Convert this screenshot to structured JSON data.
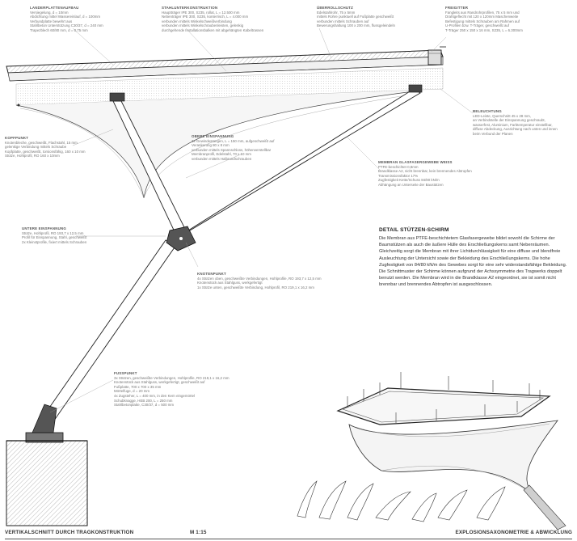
{
  "annotations": {
    "landerplatten": {
      "title": "Landerplattenaufbau",
      "lines": [
        "Versiegelung, d = 10mm",
        "Abdichtung mittel Wassereinlauf, d = 100mm",
        "Verbundplatte bewehrt aus",
        "Stahlbeton Unterstützung C30/37, d = 240 mm",
        "Trapezblech 60/80 mm, d = 0,75 mm"
      ]
    },
    "stahlunterkonstruktion": {
      "title": "Stahlunterkonstruktion",
      "lines": [
        "Hauptträger IPE 300, S235, rollat, L = 12.500 mm",
        "Nebenträger IPE 300, S235, konterrisch, L = 4.000 mm",
        "verbunden mittels Winkelschweißverbindung",
        "verbunden mittels Winkelschraubenleisten, gelenkig",
        "durchgehende Installationsbalken mit abgehängten Kabeltrassen"
      ]
    },
    "oberlichtschutz": {
      "title": "Überrollschutz",
      "lines": [
        "Edelstahlrohr, 75 x 5mm",
        "mittels Rohre punktuell auf Fußplatte geschweißt",
        "verbunden mittels Schrauben auf",
        "Bewerungshaltung 100 x 200 mm, flussgeleindeln"
      ]
    },
    "fassgitter": {
      "title": "Freigitter",
      "lines": [
        "Fangleits aus Randrohrprofilen, 75 x 5 mm und",
        "Drahtgeflecht mit 120 x 120mm Maschenweite",
        "Befestigung mittels Schrauben am Rahmen auf",
        "U-Profilen bzw. T-Träger, geschweißt auf",
        "T-Träger 250 x 150 x 16 mm, S235, L = 6.300mm"
      ]
    },
    "kopfpunkt": {
      "title": "Kopfpunkt",
      "lines": [
        "Knotenbleche, geschweißt, Flachstahl, 15 mm",
        "gelenkige Verbindung mittels Schraube",
        "Kopfplatte, geschweißt, torsionsfähig, 160 x 10 mm",
        "Stütze, Hohlprofil, RO 160 x 10mm"
      ]
    },
    "obere_einspannung": {
      "title": "Obere Einspannung",
      "lines": [
        "3x Gewindestangen, L = 150 mm, aufgeschweißt auf",
        "Verankerung 80 x 8 mm",
        "verbunden mittels Spannschloss, höhenverstellbar",
        "Membranprofil, Edelstahl, 70 x 10 mm",
        "verbunden mittels Halbrundschrauben"
      ]
    },
    "membran": {
      "title": "Membran Glasfasergewebe Weiß",
      "lines": [
        "PTFE-beschichtet 0,8mm",
        "Brandklasse A2, nicht brennbar, kein brennendes Abtropfen",
        "Transmissionsfaktor 17%",
        "Zugfestigkeit Kette/Schuss 84/80 kN/m",
        "Abhängung an Unterseite der Baustützen"
      ]
    },
    "beleuchtung": {
      "title": "Beleuchtung",
      "lines": [
        "LED-Leiste, Querschnitt 45 x 28 mm,",
        "an Verbindstelle der Einspannung geschraubt,",
        "wasserfest, Aluminium, Farbtemperatur einstellbar,",
        "diffuse Abdeckung, Ausrichtung nach unten und innen",
        "beim Verbund der Planen"
      ]
    },
    "untere_einspannung": {
      "title": "Untere Einspannung",
      "lines": [
        "Stütze, Hohlprofil, RO 193,7 x 12,5 mm",
        "Profil für Einspannung, Stahl, geschweißt",
        "2x Kleinstprofile, fixiert mittels Schrauben"
      ]
    },
    "knotenpunkt": {
      "title": "Knotenpunkt",
      "lines": [
        "4x Stützen oben, geschweißte Verbindungen, Hohlprofile, RO 193,7 x 12,5 mm",
        "Knotenstück aus Stahlguss, werkgefertigt",
        "1x Stütze unten, geschweißte Verbindung, Hohlprofil, RO 219,1 x 16,2 mm"
      ]
    },
    "fusspunkt": {
      "title": "Fußpunkt",
      "lines": [
        "3x Stützen, geschweißte Verbindungen, Hohlprofile, RO 219,1 x 16,2 mm",
        "Knotenstück aus Stahlguss, werkgefertigt, geschweißt auf",
        "Fußplatte, 700 x 700 x 35 mm",
        "Mörtelfuge, d = 20 mm",
        "4x Zugsteher, L = 400 mm, in den Kern eingemörtel",
        "Schubknagge, HEB 200, L = 250 mm",
        "Stahlbetonplatte, C30/37, d = 500 mm"
      ]
    }
  },
  "detail": {
    "heading": "Detail Stützen-Schirm",
    "paragraph": "Die Membran aus PTFE-beschichtetem Glasfasergewebe bildet sowohl die Schirme der Baumstützen als auch die äußere Hülle des Erschließungskerns samt Nebenräumen. Gleichzeitig sorgt die Membran mit ihrer Lichtdurchlässigkeit für eine diffuse und blendfreie Ausleuchtung der Untersicht sowie der Bekleidung des Erschließungskerns. Die hohe Zugfestigkeit von 84/80 kN/m des Gewebes sorgt für eine sehr widerstandsfähige Bekleidung. Die Schnittmuster der Schirme können aufgrund der Achssymmetrie des Tragwerks doppelt benutzt werden. Die Membran wird in die Brandklasse A2 eingeordnet, sie ist somit nicht brennbar und brennendes Abtropfen ist ausgeschlossen."
  },
  "footer": {
    "left": "Vertikalschnitt durch Tragkonstruktion",
    "scale": "M 1:15",
    "right": "Explosionsaxonometrie & Abwicklung"
  }
}
